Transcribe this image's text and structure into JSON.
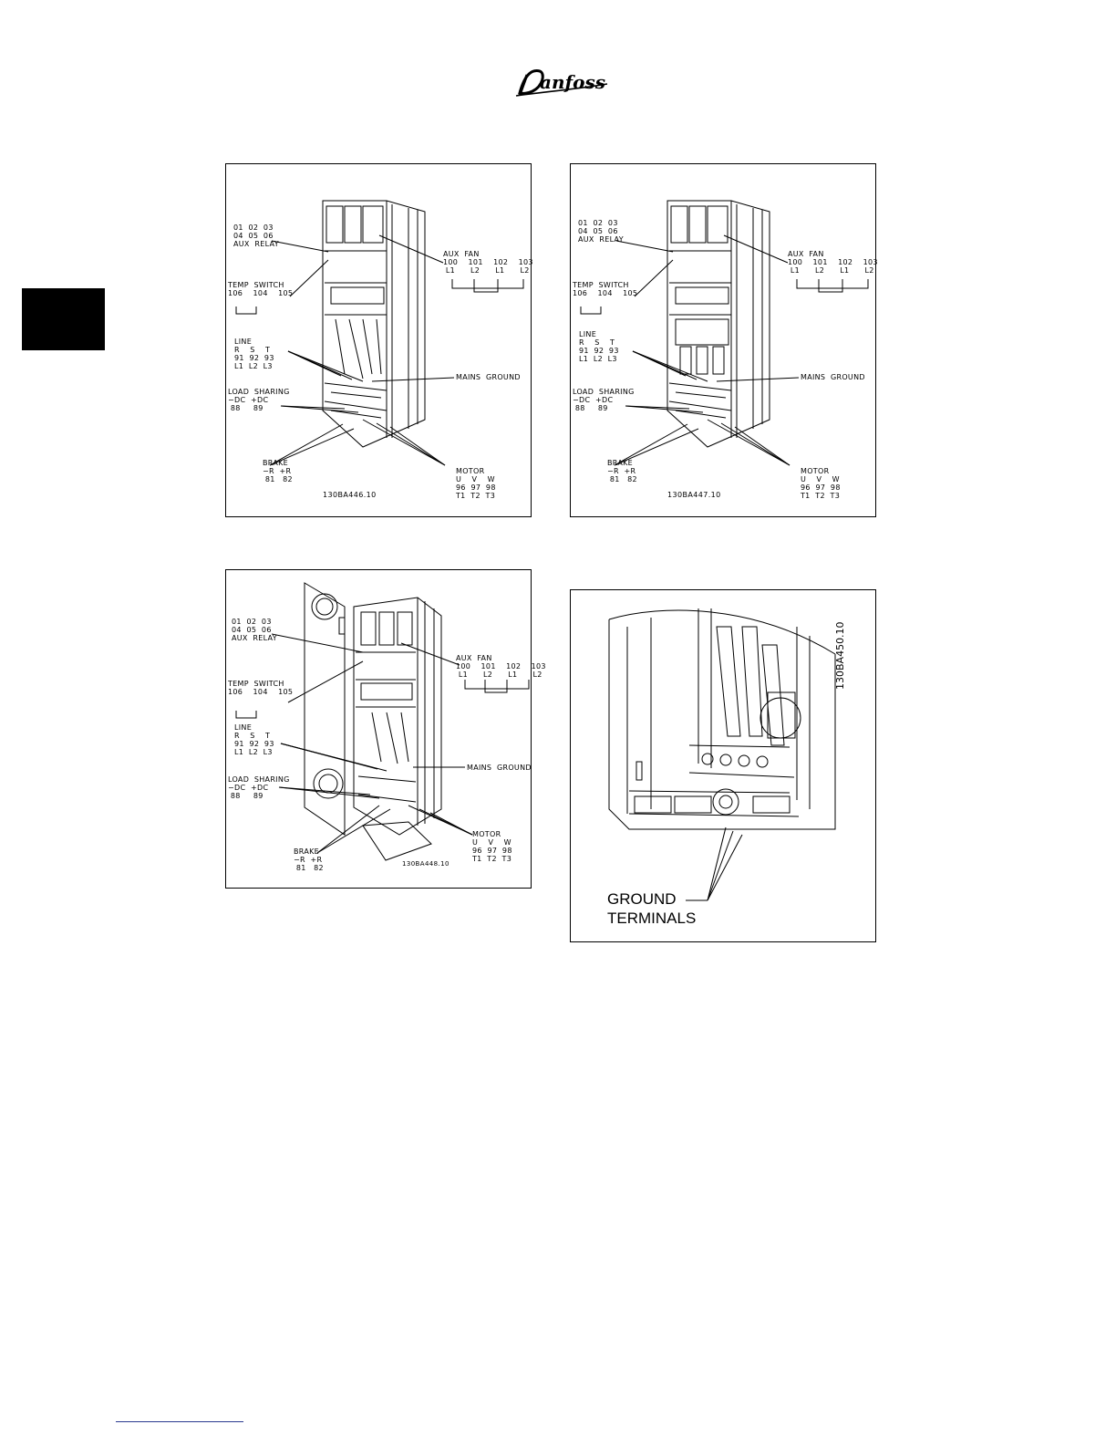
{
  "brand": {
    "logo_text": "Danfoss",
    "color": "#000000"
  },
  "figures": [
    {
      "id": "fig1",
      "aux_relay": "01  02  03\n04  05  06\nAUX  RELAY",
      "temp_switch": "TEMP  SWITCH\n106    104    105",
      "line": "LINE\nR    S    T\n91  92  93\nL1  L2  L3",
      "load_sharing": "LOAD  SHARING\n−DC  +DC\n 88     89",
      "brake": "BRAKE\n−R  +R\n 81   82",
      "aux_fan": "AUX  FAN\n100    101    102    103\n L1      L2      L1      L2",
      "mains_ground": "MAINS  GROUND",
      "motor": "MOTOR\nU    V    W\n96  97  98\nT1  T2  T3",
      "code": "130BA446.10"
    },
    {
      "id": "fig2",
      "aux_relay": "01  02  03\n04  05  06\nAUX  RELAY",
      "temp_switch": "TEMP  SWITCH\n106    104    105",
      "line": "LINE\nR    S    T\n91  92  93\nL1  L2  L3",
      "load_sharing": "LOAD  SHARING\n−DC  +DC\n 88     89",
      "brake": "BRAKE\n−R  +R\n 81   82",
      "aux_fan": "AUX  FAN\n100    101    102    103\n L1      L2      L1      L2",
      "mains_ground": "MAINS  GROUND",
      "motor": "MOTOR\nU    V    W\n96  97  98\nT1  T2  T3",
      "code": "130BA447.10"
    },
    {
      "id": "fig3",
      "aux_relay": "01  02  03\n04  05  06\nAUX  RELAY",
      "temp_switch": "TEMP  SWITCH\n106    104    105",
      "line": "LINE\nR    S    T\n91  92  93\nL1  L2  L3",
      "load_sharing": "LOAD  SHARING\n−DC  +DC\n 88     89",
      "brake": "BRAKE\n−R  +R\n 81   82",
      "aux_fan": "AUX  FAN\n100    101    102    103\n L1      L2      L1      L2",
      "mains_ground": "MAINS  GROUND",
      "motor": "MOTOR\nU    V    W\n96  97  98\nT1  T2  T3",
      "code": "130BA448.10"
    },
    {
      "id": "fig4",
      "ground_terminals": "GROUND\nTERMINALS",
      "code": "130BA450.10"
    }
  ]
}
